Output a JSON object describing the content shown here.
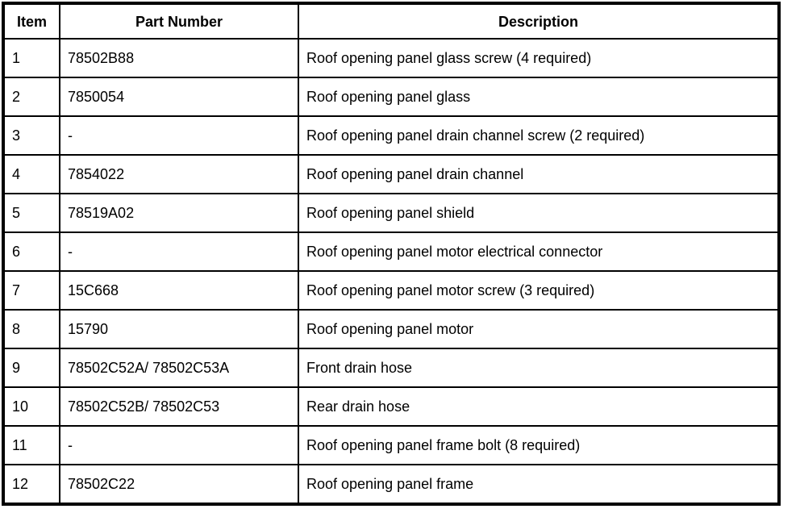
{
  "table": {
    "columns": [
      "Item",
      "Part Number",
      "Description"
    ],
    "rows": [
      {
        "item": "1",
        "part_number": "78502B88",
        "description": "Roof opening panel glass screw (4 required)"
      },
      {
        "item": "2",
        "part_number": "7850054",
        "description": "Roof opening panel glass"
      },
      {
        "item": "3",
        "part_number": "-",
        "description": "Roof opening panel drain channel screw (2 required)"
      },
      {
        "item": "4",
        "part_number": "7854022",
        "description": "Roof opening panel drain channel"
      },
      {
        "item": "5",
        "part_number": "78519A02",
        "description": "Roof opening panel shield"
      },
      {
        "item": "6",
        "part_number": "-",
        "description": "Roof opening panel motor electrical connector"
      },
      {
        "item": "7",
        "part_number": "15C668",
        "description": "Roof opening panel motor screw (3 required)"
      },
      {
        "item": "8",
        "part_number": "15790",
        "description": "Roof opening panel motor"
      },
      {
        "item": "9",
        "part_number": "78502C52A/ 78502C53A",
        "description": "Front drain hose"
      },
      {
        "item": "10",
        "part_number": "78502C52B/ 78502C53",
        "description": "Rear drain hose"
      },
      {
        "item": "11",
        "part_number": "-",
        "description": "Roof opening panel frame bolt (8 required)"
      },
      {
        "item": "12",
        "part_number": "78502C22",
        "description": "Roof opening panel frame"
      }
    ],
    "colors": {
      "border": "#000000",
      "text": "#000000",
      "background": "#ffffff"
    }
  }
}
